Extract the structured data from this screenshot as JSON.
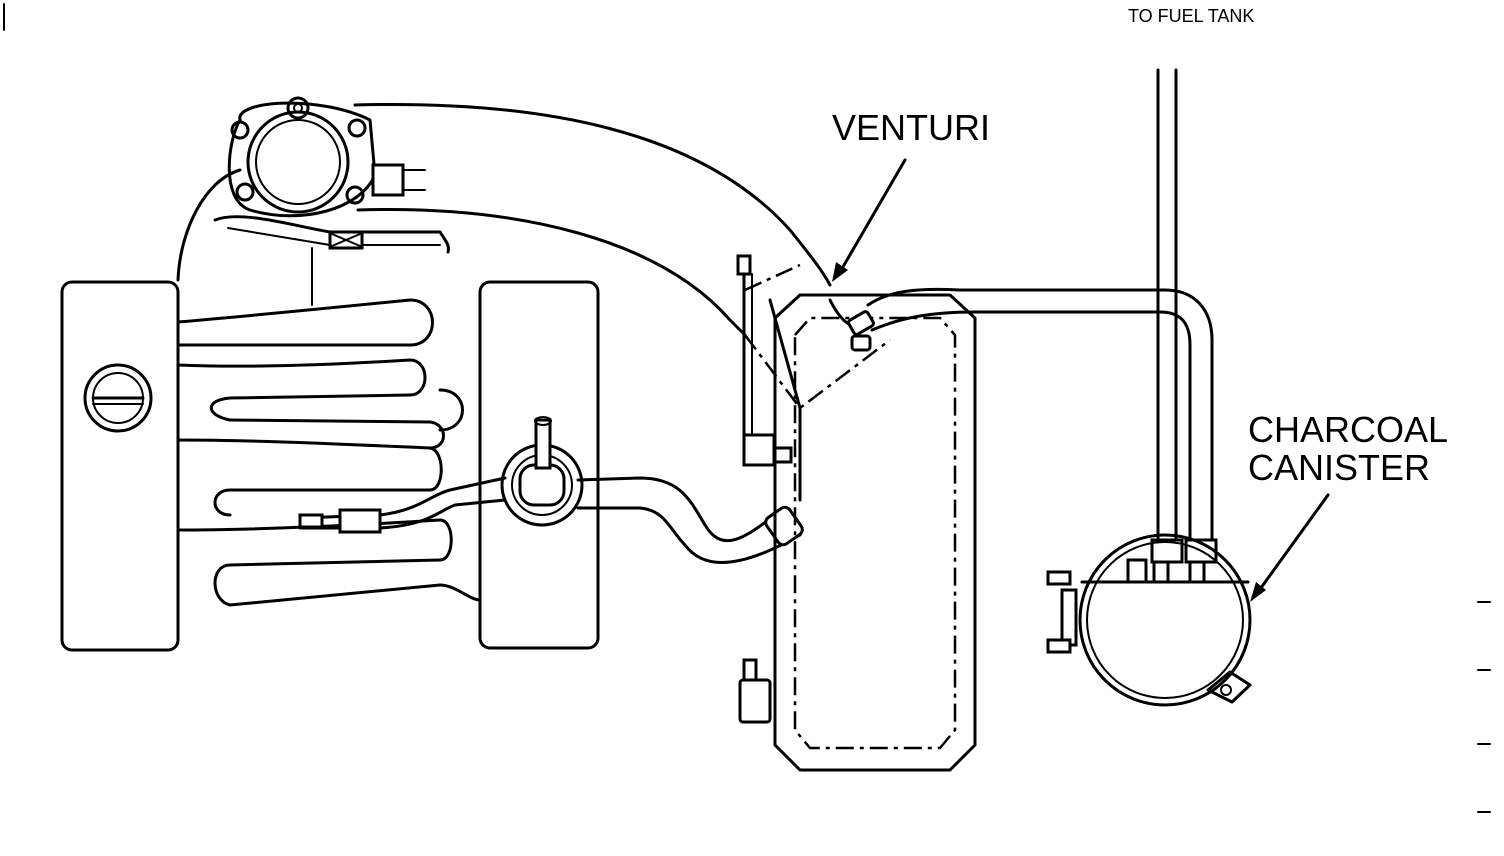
{
  "labels": {
    "fuel_tank": "TO FUEL TANK",
    "venturi": "VENTURI",
    "charcoal_line1": "CHARCOAL",
    "charcoal_line2": "CANISTER"
  },
  "colors": {
    "line": "#000000",
    "background": "#ffffff"
  }
}
